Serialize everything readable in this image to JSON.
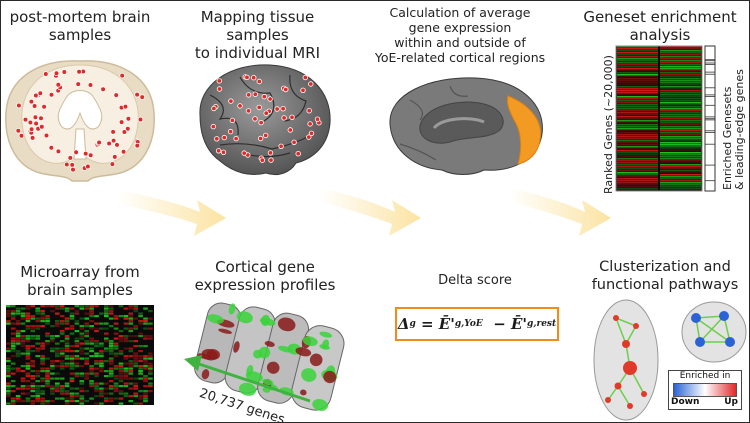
{
  "panels": {
    "postmortem": {
      "title_lines": [
        "post-mortem brain",
        "samples"
      ]
    },
    "mapping": {
      "title_lines": [
        "Mapping tissue samples",
        "to individual MRI"
      ]
    },
    "calculation": {
      "title_lines": [
        "Calculation of average",
        "gene expression",
        "within and outside of",
        "YoE-related cortical regions"
      ]
    },
    "gsea": {
      "title_lines": [
        "Geneset enrichment",
        "analysis"
      ],
      "y_label": "Ranked Genes (~20,000)",
      "right_label_lines": [
        "Enriched Genesets",
        "& leading-edge genes"
      ]
    },
    "microarray": {
      "title_lines": [
        "Microarray from",
        "brain samples"
      ]
    },
    "cortical": {
      "title_lines": [
        "Cortical gene",
        "expression profiles"
      ],
      "genes_label": "20,737 genes"
    },
    "delta": {
      "title": "Delta score",
      "formula": {
        "lhs": "Δ",
        "lhs_sub": "g",
        "eq": " = ",
        "term1": "Ē'",
        "term1_sub": "g,YoE",
        "minus": "  − ",
        "term2": "Ē'",
        "term2_sub": "g,rest"
      }
    },
    "cluster": {
      "title_lines": [
        "Clusterization and",
        "functional pathways"
      ],
      "legend": {
        "title": "Enriched in",
        "low": "Down",
        "high": "Up"
      }
    }
  },
  "colors": {
    "arrow": "#fbe3a1",
    "orange": "#f08c19",
    "sample_dot": "#e02a2a",
    "heat_red": "#d01818",
    "heat_green": "#1fbf1f",
    "node_red": "#e23a2a",
    "node_blue": "#2b63d6",
    "edge_green": "#6ccf4a",
    "green_arrow": "#3fb23f"
  },
  "icons": [
    "brain-coronal-icon",
    "brain-lateral-icon",
    "brain-medial-icon",
    "cortex-3d-icon",
    "network-cluster-icon"
  ]
}
